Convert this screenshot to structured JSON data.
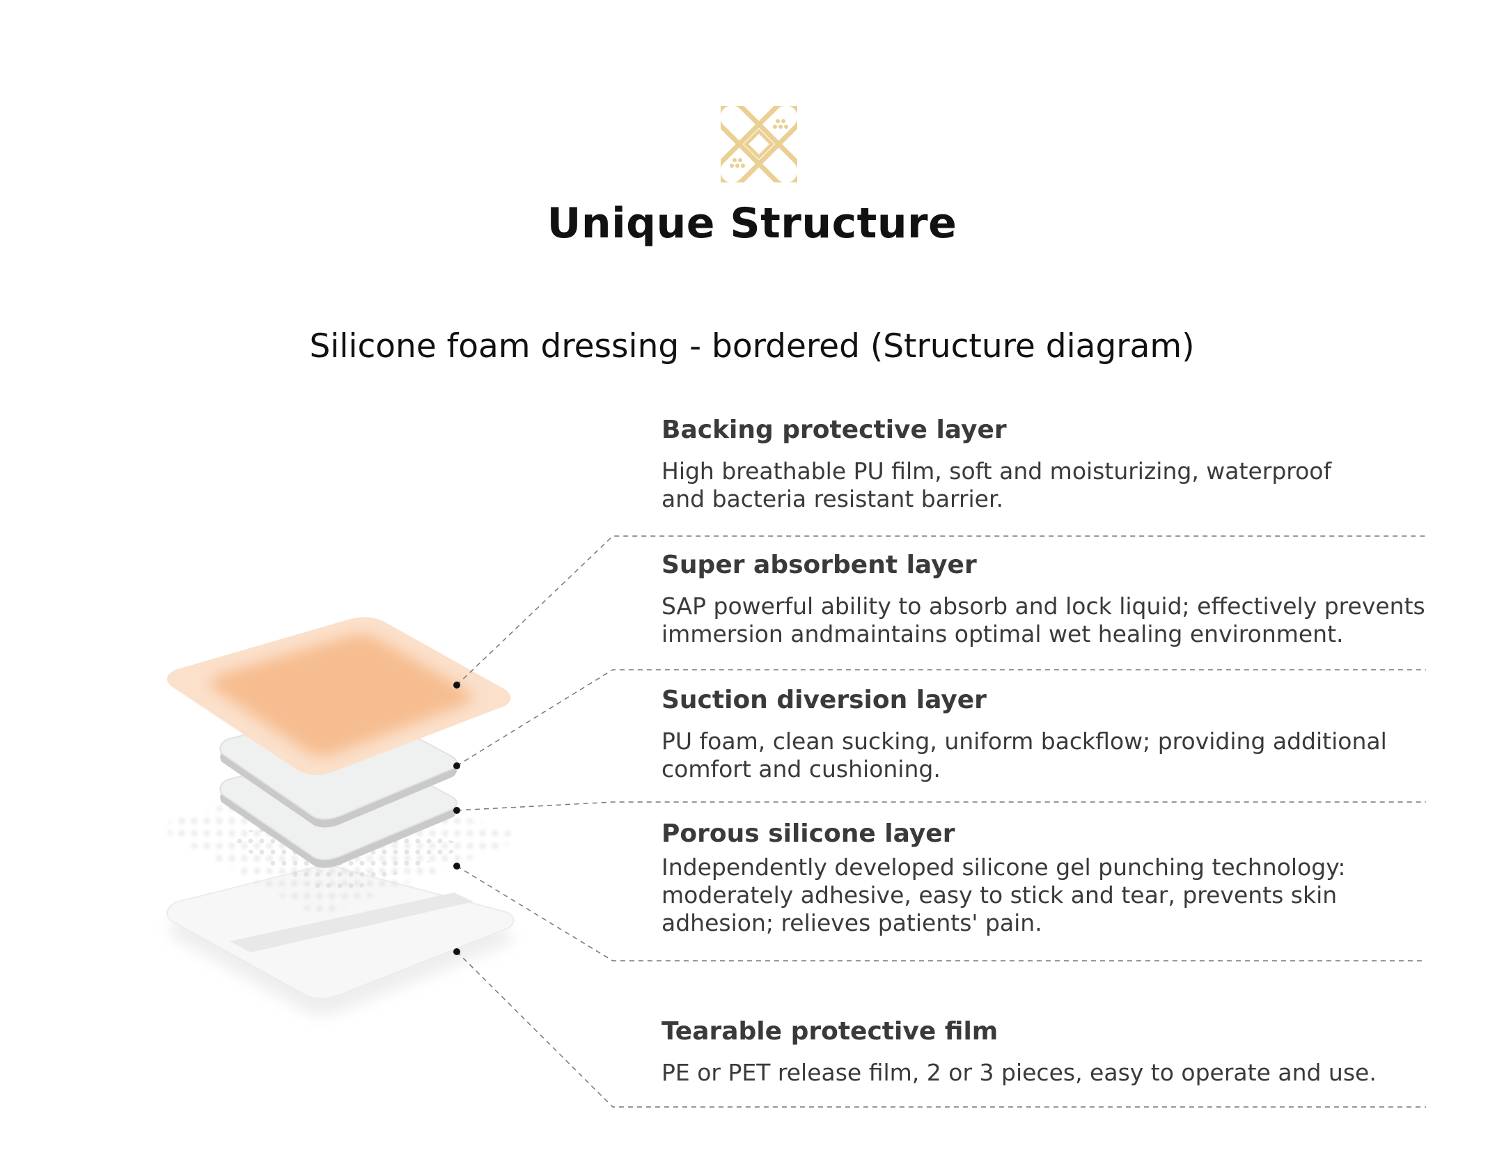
{
  "header": {
    "icon": "crossed-bandages-icon",
    "title": "Unique Structure",
    "subtitle": "Silicone foam dressing - bordered (Structure diagram)"
  },
  "colors": {
    "accent": "#ebcf93",
    "foam": "#f6bd90",
    "text": "#333333",
    "title": "#111111"
  },
  "layers": [
    {
      "title": "Backing protective layer",
      "description": "High breathable PU film, soft and moisturizing, waterproof\nand bacteria resistant barrier."
    },
    {
      "title": "Super absorbent layer",
      "description": "SAP powerful ability to absorb and lock liquid; effectively prevents\nimmersion andmaintains optimal wet healing environment."
    },
    {
      "title": "Suction diversion layer",
      "description": "PU foam, clean sucking, uniform backflow; providing additional\ncomfort and cushioning."
    },
    {
      "title": "Porous silicone layer",
      "description": "Independently developed silicone gel punching technology:\nmoderately adhesive, easy to stick and tear, prevents skin\nadhesion; relieves patients' pain."
    },
    {
      "title": "Tearable protective film",
      "description": "PE or PET release film, 2 or 3 pieces, easy to operate and use."
    }
  ]
}
